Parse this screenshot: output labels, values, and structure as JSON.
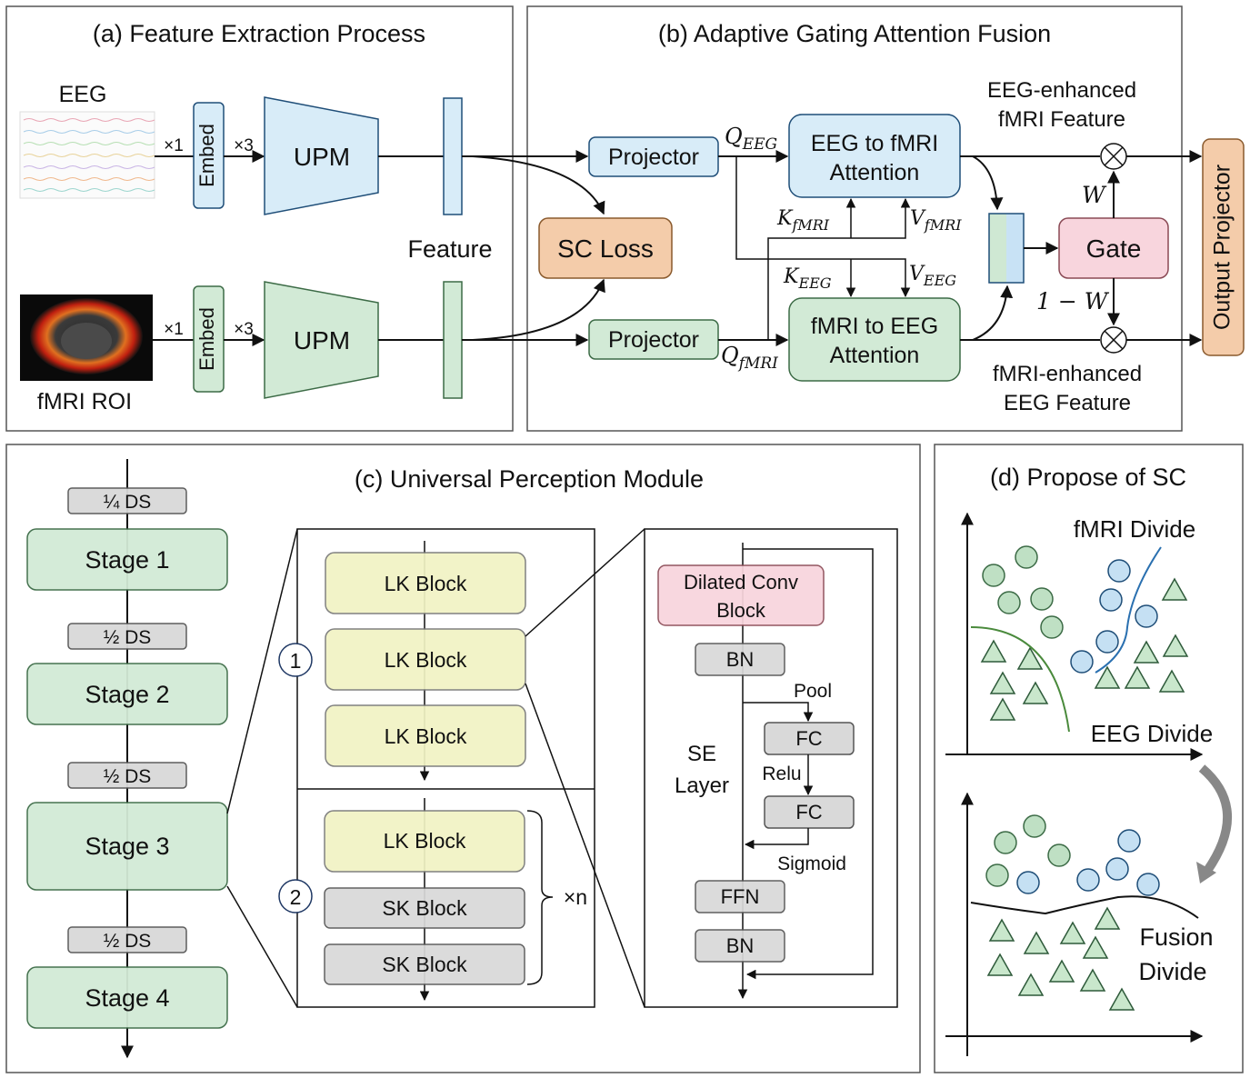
{
  "panels": {
    "a": "(a) Feature Extraction Process",
    "b": "(b) Adaptive Gating Attention Fusion",
    "c": "(c) Universal Perception Module",
    "d": "(d) Propose of SC"
  },
  "a": {
    "eeg_label": "EEG",
    "fmri_label": "fMRI ROI",
    "embed": "Embed",
    "times1": "×1",
    "times3": "×3",
    "upm": "UPM",
    "feature": "Feature"
  },
  "b": {
    "projector": "Projector",
    "sc_loss": "SC Loss",
    "q_eeg": "Q",
    "q_eeg_sub": "EEG",
    "q_fmri": "Q",
    "q_fmri_sub": "fMRI",
    "k_fmri": "K",
    "k_fmri_sub": "fMRI",
    "v_fmri": "V",
    "v_fmri_sub": "fMRI",
    "k_eeg": "K",
    "k_eeg_sub": "EEG",
    "v_eeg": "V",
    "v_eeg_sub": "EEG",
    "eeg_to_fmri_1": "EEG to fMRI",
    "eeg_to_fmri_2": "Attention",
    "fmri_to_eeg_1": "fMRI to EEG",
    "fmri_to_eeg_2": "Attention",
    "gate": "Gate",
    "w": "W",
    "one_minus_w": "1 − W",
    "eeg_enh_1": "EEG-enhanced",
    "eeg_enh_2": "fMRI Feature",
    "fmri_enh_1": "fMRI-enhanced",
    "fmri_enh_2": "EEG Feature",
    "output_projector": "Output Projector"
  },
  "c": {
    "ds_quarter": "¼ DS",
    "ds_half": "½ DS",
    "stage1": "Stage 1",
    "stage2": "Stage 2",
    "stage3": "Stage 3",
    "stage4": "Stage 4",
    "lk_block": "LK Block",
    "sk_block": "SK Block",
    "circle1": "1",
    "circle2": "2",
    "times_n": "×n",
    "dilated_1": "Dilated Conv",
    "dilated_2": "Block",
    "bn": "BN",
    "pool": "Pool",
    "fc": "FC",
    "relu": "Relu",
    "sigmoid": "Sigmoid",
    "se_1": "SE",
    "se_2": "Layer",
    "ffn": "FFN"
  },
  "d": {
    "fmri_divide": "fMRI Divide",
    "eeg_divide": "EEG Divide",
    "fusion_1": "Fusion",
    "fusion_2": "Divide"
  },
  "colors": {
    "blue_fill": "#d8ecf8",
    "green_fill": "#d2ead6",
    "orange_fill": "#f4ccaa",
    "pink_fill": "#f8d5dd",
    "yellow_fill": "#f1f3c4",
    "gray_fill": "#d9d9d9"
  }
}
